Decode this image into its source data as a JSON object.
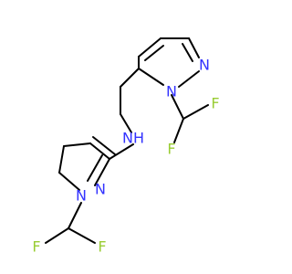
{
  "molecule": {
    "atoms": [
      {
        "id": "n-top-ring",
        "symbol": "N",
        "color": "#3333ff"
      },
      {
        "id": "n1-top-ring",
        "symbol": "N",
        "color": "#3333ff"
      },
      {
        "id": "f-top-right",
        "symbol": "F",
        "color": "#99cc33"
      },
      {
        "id": "f-top-left",
        "symbol": "F",
        "color": "#99cc33"
      },
      {
        "id": "nh-linker",
        "symbol": "NH",
        "color": "#3333ff"
      },
      {
        "id": "n-bottom-ring",
        "symbol": "N",
        "color": "#3333ff"
      },
      {
        "id": "n1-bottom-ring",
        "symbol": "N",
        "color": "#3333ff"
      },
      {
        "id": "f-bottom-left",
        "symbol": "F",
        "color": "#99cc33"
      },
      {
        "id": "f-bottom-right",
        "symbol": "F",
        "color": "#99cc33"
      }
    ]
  }
}
